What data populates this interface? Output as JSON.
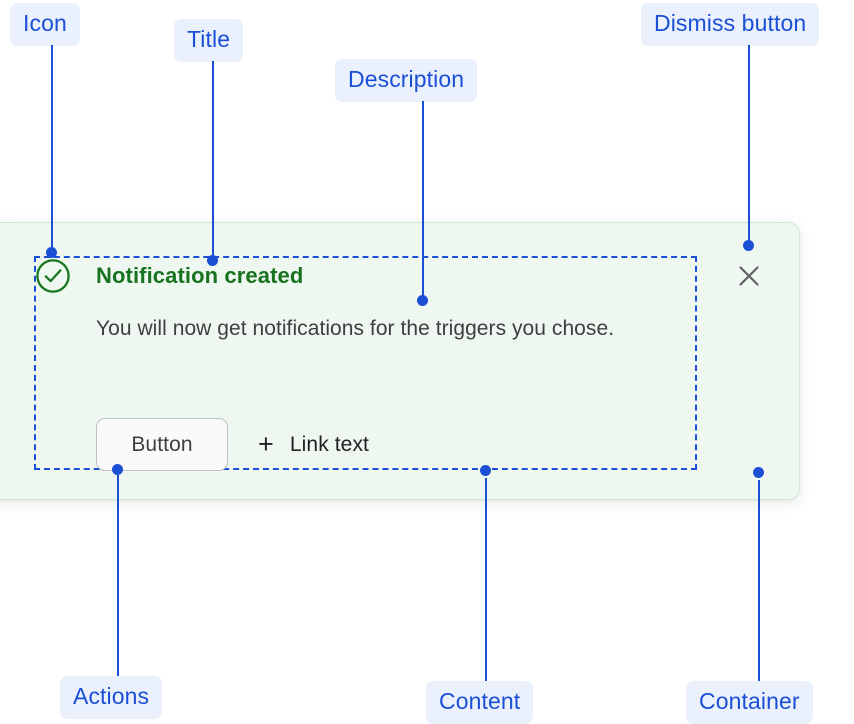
{
  "annotations": [
    {
      "id": "icon",
      "label": "Icon"
    },
    {
      "id": "title",
      "label": "Title"
    },
    {
      "id": "desc",
      "label": "Description"
    },
    {
      "id": "dismiss",
      "label": "Dismiss button"
    },
    {
      "id": "actions",
      "label": "Actions"
    },
    {
      "id": "content",
      "label": "Content"
    },
    {
      "id": "container",
      "label": "Container"
    }
  ],
  "notification": {
    "icon_name": "check-circle-icon",
    "title": "Notification created",
    "description": "You will now get notifications for the triggers you chose.",
    "button_label": "Button",
    "link_label": "Link text",
    "link_plus_glyph": "+",
    "dismiss_icon_name": "close-icon"
  },
  "colors": {
    "annotation_text": "#1a4fd6",
    "annotation_bg": "#eaf1fd",
    "connector": "#1a4fd6",
    "container_bg": "#eff8f0",
    "container_border": "#cfe8d2",
    "success_green": "#17731f",
    "description_text": "#3c4043",
    "link_text": "#202124",
    "dismiss_icon": "#5f6368",
    "button_border": "#bdc1c6",
    "button_bg": "#fafafa",
    "page_bg": "#ffffff"
  }
}
